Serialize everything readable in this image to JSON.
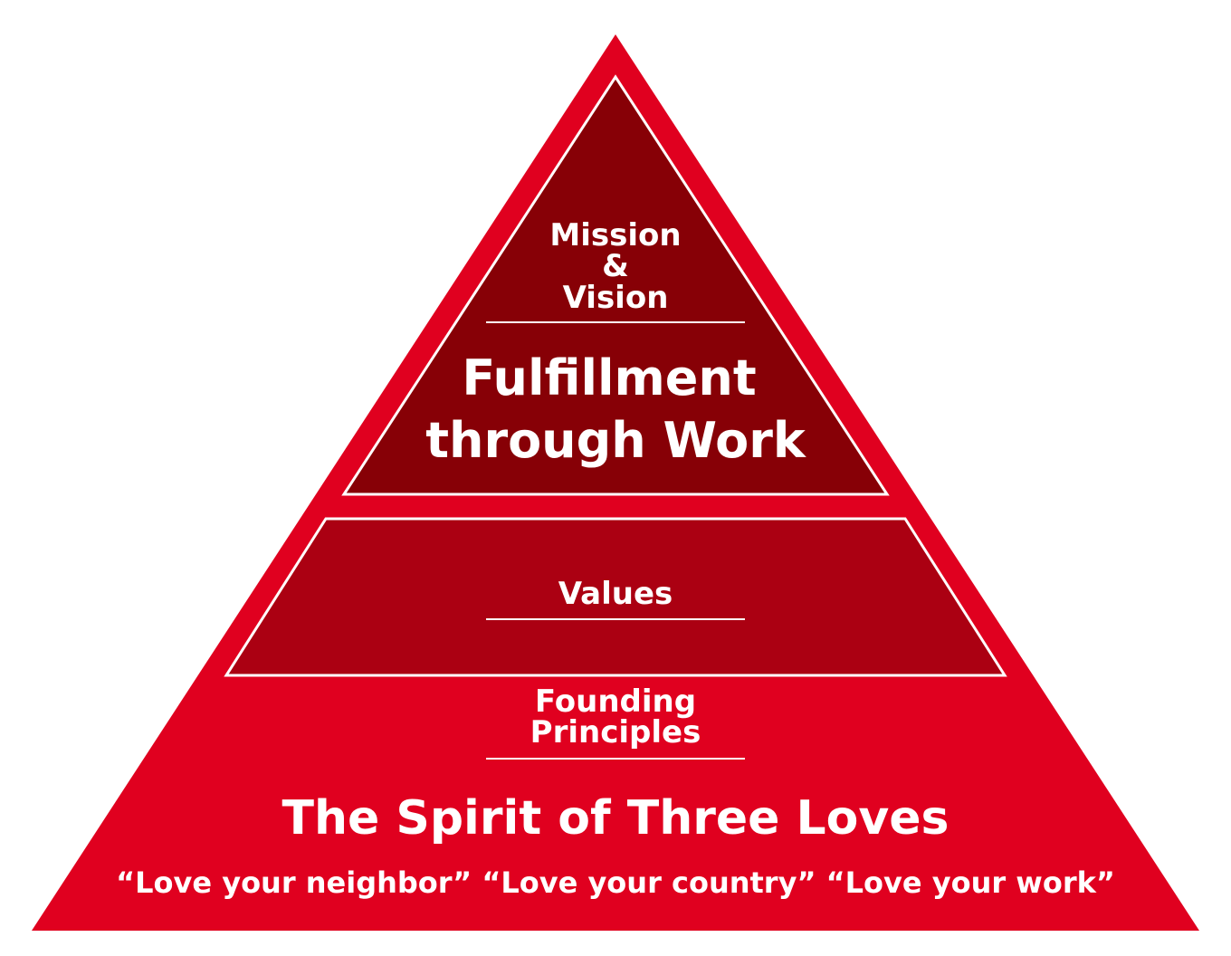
{
  "colors": {
    "outer": "#e0001f",
    "middle": "#ab0012",
    "top": "#870006",
    "line": "#ffffff"
  },
  "top": {
    "label_line1": "Mission",
    "label_line2": "&",
    "label_line3": "Vision",
    "title_line1": "Fulfillment",
    "title_line2": "through Work"
  },
  "middle": {
    "label": "Values"
  },
  "bottom": {
    "label_line1": "Founding",
    "label_line2": "Principles",
    "title": "The Spirit of Three Loves",
    "subtitle": "“Love your neighbor” “Love your country” “Love your work”"
  }
}
